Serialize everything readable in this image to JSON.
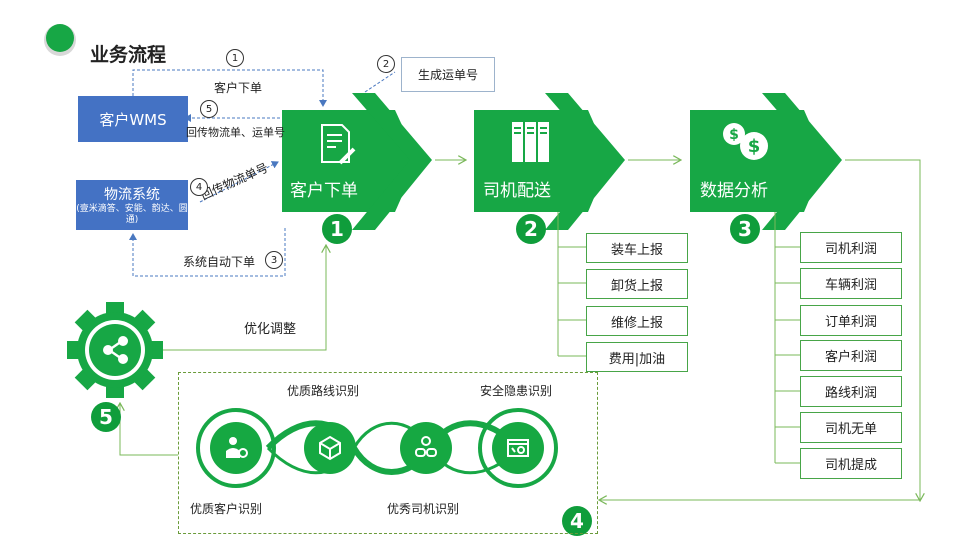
{
  "title": "业务流程",
  "wms": {
    "label": "客户WMS"
  },
  "logistics": {
    "title": "物流系统",
    "subtitle": "(壹米滴答、安能、韵达、圆通)"
  },
  "flow_labels": {
    "order": "客户下单",
    "return_waybill": "回传物流单、运单号",
    "return_logistics": "回传物流单号",
    "auto_order": "系统自动下单",
    "generate_waybill": "生成运单号",
    "optimize": "优化调整"
  },
  "step_numbers": [
    "1",
    "2",
    "3",
    "4",
    "5"
  ],
  "stages": [
    {
      "label": "客户下单",
      "number": "1",
      "icon": "document-pen-icon"
    },
    {
      "label": "司机配送",
      "number": "2",
      "icon": "server-rack-icon"
    },
    {
      "label": "数据分析",
      "number": "3",
      "icon": "dollar-coins-icon"
    }
  ],
  "driver_items": [
    "装车上报",
    "卸货上报",
    "维修上报",
    "费用|加油"
  ],
  "analysis_items": [
    "司机利润",
    "车辆利润",
    "订单利润",
    "客户利润",
    "路线利润",
    "司机无单",
    "司机提成"
  ],
  "identification": {
    "number": "4",
    "items": [
      {
        "label": "优质客户识别",
        "icon": "person-gear-icon"
      },
      {
        "label": "优质路线识别",
        "icon": "route-cube-icon"
      },
      {
        "label": "优秀司机识别",
        "icon": "driver-link-icon"
      },
      {
        "label": "安全隐患识别",
        "icon": "browser-gear-icon"
      }
    ]
  },
  "optimize_stage": {
    "number": "5",
    "icon": "share-gear-icon"
  },
  "colors": {
    "green": "#16a842",
    "dark_green": "#0f9d3b",
    "blue": "#4472c4",
    "line_blue": "#4a78c0",
    "line_green": "#7ab85a"
  }
}
